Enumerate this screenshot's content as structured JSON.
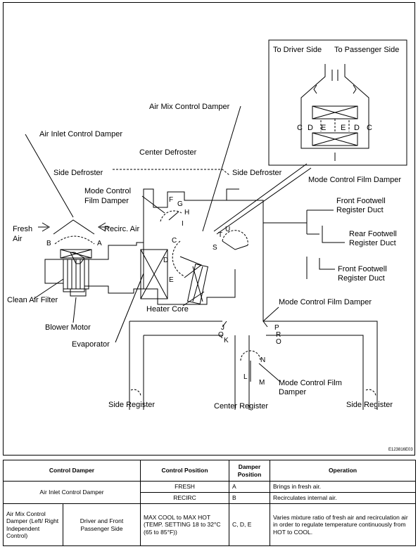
{
  "labels": {
    "to_driver_side": "To Driver Side",
    "to_passenger_side": "To Passenger Side",
    "air_mix_control_damper": "Air Mix Control Damper",
    "air_inlet_control_damper": "Air Inlet Control Damper",
    "center_defroster": "Center Defroster",
    "side_defroster_left": "Side Defroster",
    "side_defroster_right": "Side Defroster",
    "mode_control_film_damper_top": "Mode Control Film Damper",
    "mode_control": "Mode Control",
    "film_damper": "Film Damper",
    "fresh": "Fresh",
    "air": "Air",
    "recirc_air": "Recirc. Air",
    "front_footwell_register_duct_1": "Front Footwell",
    "register_duct_1": "Register Duct",
    "rear_footwell": "Rear Footwell",
    "register_duct_2": "Register Duct",
    "front_footwell_register_duct_2": "Front Footwell",
    "register_duct_3": "Register Duct",
    "clean_air_filter": "Clean Air Filter",
    "heater_core": "Heater Core",
    "mode_control_film_damper_mid": "Mode Control Film Damper",
    "blower_motor": "Blower Motor",
    "evaporator": "Evaporator",
    "mode_control_film_bottom_1": "Mode Control Film",
    "mode_control_film_bottom_2": "Damper",
    "side_register_left": "Side Register",
    "center_register": "Center Register",
    "side_register_right": "Side Register",
    "figure_id": "E123816E03"
  },
  "letters": {
    "A": "A",
    "B": "B",
    "C": "C",
    "D": "D",
    "E": "E",
    "F": "F",
    "G": "G",
    "H": "H",
    "I": "I",
    "J": "J",
    "K": "K",
    "L": "L",
    "M": "M",
    "N": "N",
    "O": "O",
    "P": "P",
    "Q": "Q",
    "R": "R",
    "S": "S",
    "T": "T",
    "U": "U"
  },
  "table": {
    "headers": [
      "Control Damper",
      "Control Position",
      "Damper Position",
      "Operation"
    ],
    "rows": {
      "inlet_name": "Air Inlet Control Damper",
      "fresh_pos": "FRESH",
      "fresh_damper": "A",
      "fresh_op": "Brings in fresh air.",
      "recirc_pos": "RECIRC",
      "recirc_damper": "B",
      "recirc_op": "Recirculates internal air.",
      "airmix_name": "Air Mix Control Damper (Left/ Right Independent Control)",
      "airmix_side": "Driver and Front Passenger Side",
      "airmix_pos": "MAX COOL to MAX HOT (TEMP. SETTING 18 to 32°C (65 to 85°F))",
      "airmix_damper": "C, D, E",
      "airmix_op": "Varies mixture ratio of fresh air and recirculation air in order to regulate temperature continuously from HOT to COOL."
    }
  }
}
